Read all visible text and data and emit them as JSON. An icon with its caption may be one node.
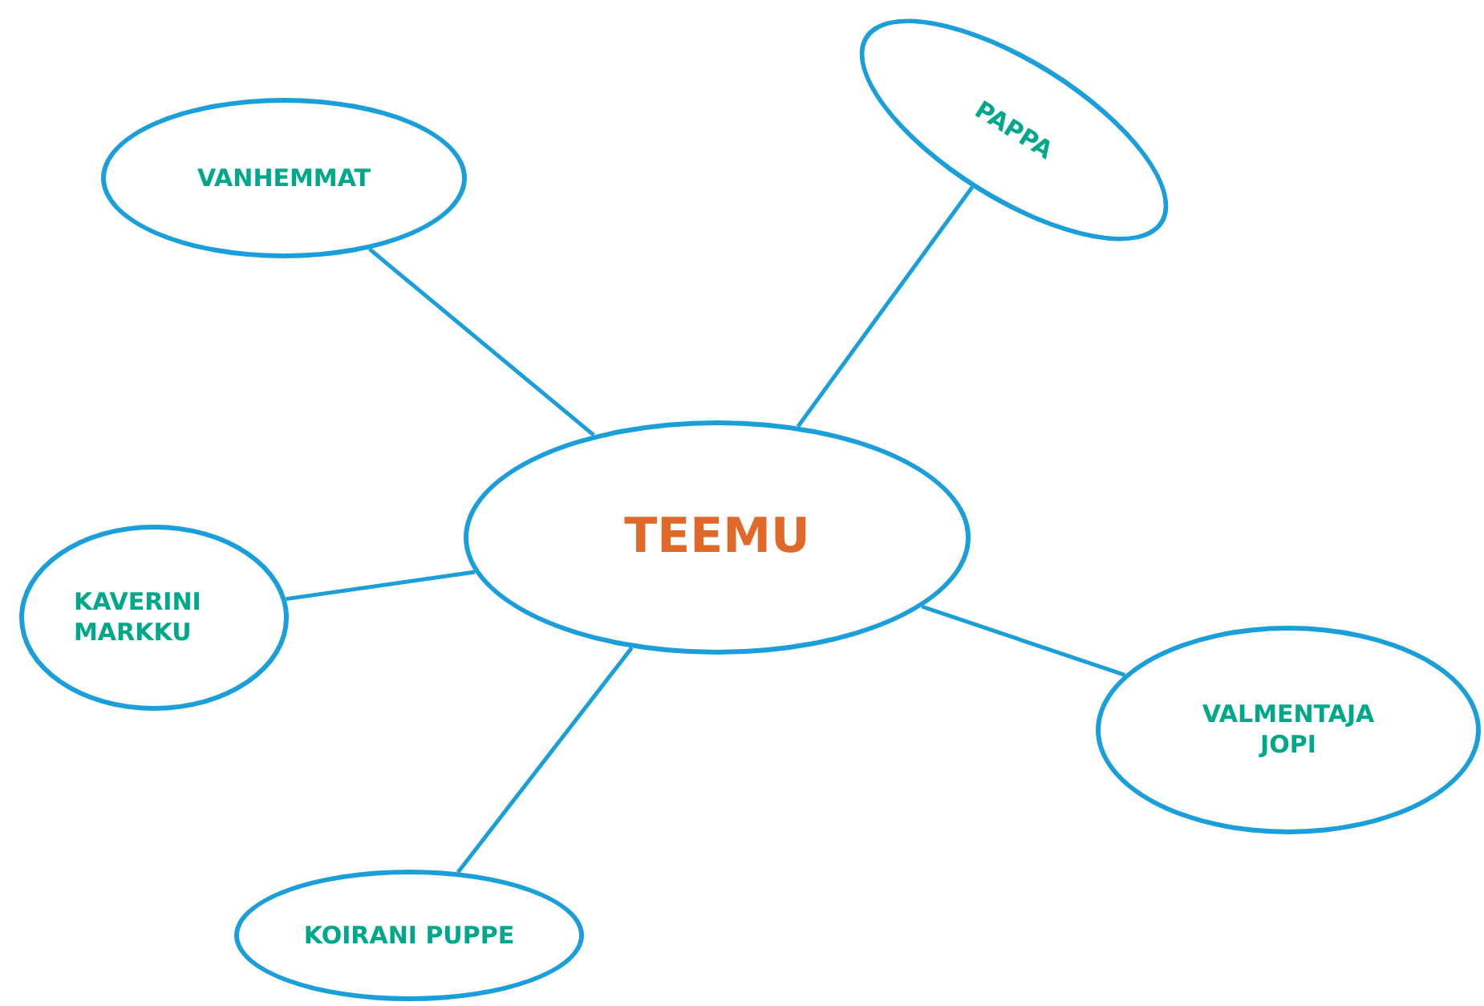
{
  "diagram": {
    "nodes": [
      {
        "text": [
          "TEEMU"
        ]
      },
      {
        "text": [
          "VANHEMMAT"
        ]
      },
      {
        "text": [
          "PAPPA"
        ]
      },
      {
        "text": [
          "KAVERINI MARKKU"
        ]
      },
      {
        "text": [
          "VALMENTAJA JOPI"
        ]
      },
      {
        "text": [
          "KOIRANI PUPPE"
        ]
      }
    ],
    "edges": [
      {
        "from": 0,
        "to": 1,
        "arrow": "none"
      },
      {
        "from": 0,
        "to": 2,
        "arrow": "none"
      },
      {
        "from": 0,
        "to": 3,
        "arrow": "none"
      },
      {
        "from": 0,
        "to": 4,
        "arrow": "none"
      },
      {
        "from": 0,
        "to": 5,
        "arrow": "none"
      }
    ]
  }
}
